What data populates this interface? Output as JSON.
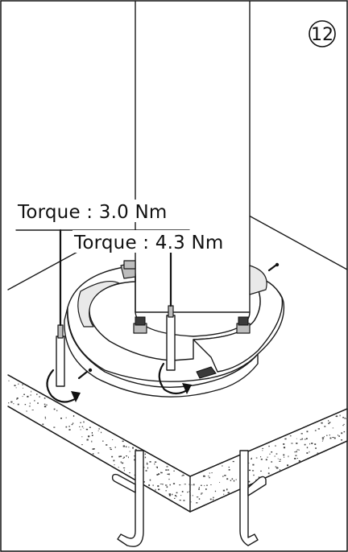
{
  "step": {
    "number": "12"
  },
  "callouts": [
    {
      "text": "Torque : 3.0 Nm"
    },
    {
      "text": "Torque : 4.3 Nm"
    }
  ],
  "colors": {
    "ink": "#111111",
    "paper": "#ffffff",
    "shade": "#bdbdbd"
  },
  "icons": [
    "curved-torque-arrow-icon",
    "screwdriver-icon",
    "bolt-icon",
    "anchor-rod-icon"
  ]
}
